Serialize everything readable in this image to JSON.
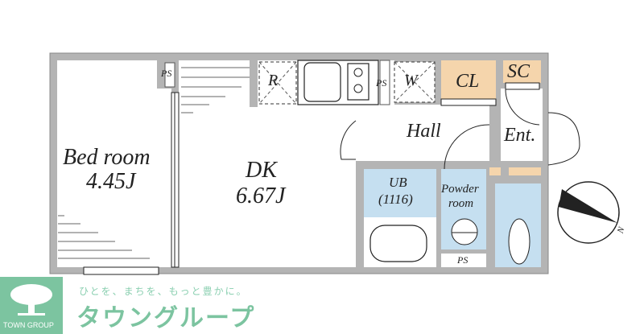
{
  "floorplan": {
    "rooms": {
      "bedroom": {
        "name": "Bed room",
        "size": "4.45J"
      },
      "dk": {
        "name": "DK",
        "size": "6.67J"
      },
      "hall": {
        "name": "Hall"
      },
      "entrance": {
        "name": "Ent."
      },
      "closet": {
        "name": "CL"
      },
      "shoe_closet": {
        "name": "SC"
      },
      "unit_bath": {
        "name": "UB",
        "size": "(1116)"
      },
      "powder_room": {
        "name": "Powder",
        "name2": "room"
      },
      "refrigerator": {
        "name": "R"
      },
      "washer": {
        "name": "W"
      },
      "pipe_space_1": {
        "name": "PS"
      },
      "pipe_space_2": {
        "name": "PS"
      },
      "pipe_space_3": {
        "name": "PS"
      }
    },
    "compass": {
      "label": "N"
    },
    "colors": {
      "wall": "#b4b4b4",
      "wet_area": "#c5dff0",
      "storage": "#f5d5ac",
      "line": "#222222"
    }
  },
  "branding": {
    "slogan": "ひとを、まちを、もっと豊かに。",
    "name_jp": "タウングループ",
    "name_en": "TOWN GROUP",
    "color": "#7cc4a0"
  }
}
